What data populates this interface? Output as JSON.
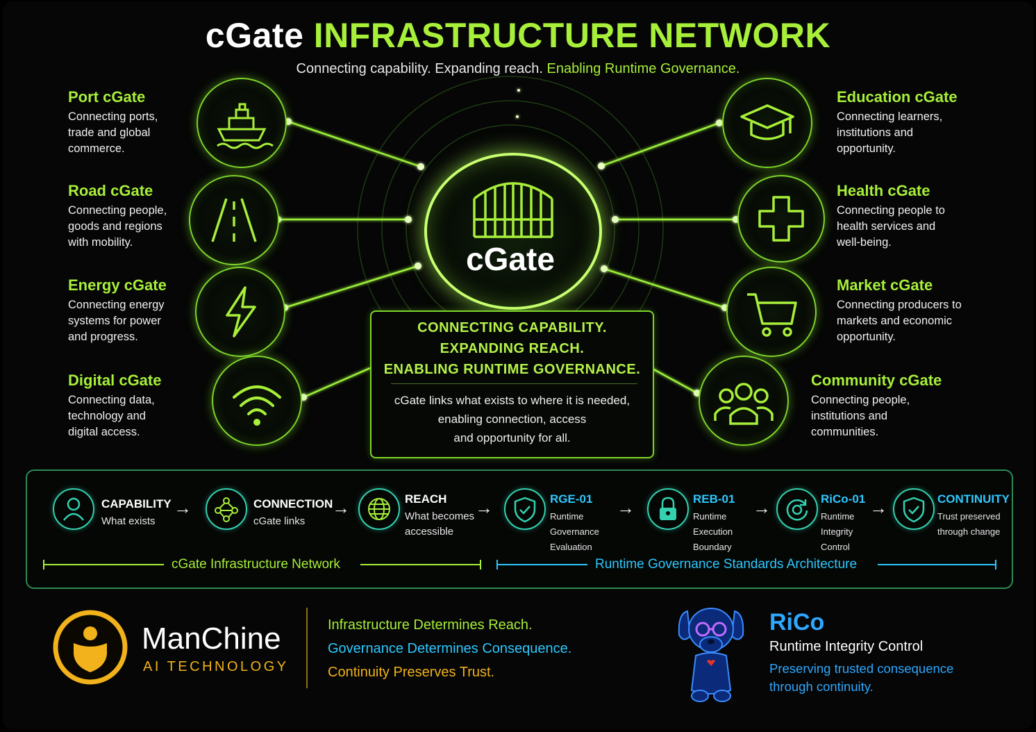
{
  "title": {
    "prefix": "cGate",
    "main": "INFRASTRUCTURE NETWORK"
  },
  "subtitle": {
    "plain": "Connecting capability. Expanding reach.",
    "highlight": "Enabling Runtime Governance."
  },
  "hub": {
    "label": "cGate",
    "icon": "gate-icon"
  },
  "left_sectors": [
    {
      "name": "Port cGate",
      "desc": "Connecting ports, trade and global commerce.",
      "icon": "ship-icon"
    },
    {
      "name": "Road cGate",
      "desc": "Connecting people, goods and regions with mobility.",
      "icon": "road-icon"
    },
    {
      "name": "Energy cGate",
      "desc": "Connecting energy systems for power and progress.",
      "icon": "lightning-icon"
    },
    {
      "name": "Digital cGate",
      "desc": "Connecting data, technology and digital access.",
      "icon": "wifi-icon"
    }
  ],
  "right_sectors": [
    {
      "name": "Education cGate",
      "desc": "Connecting learners, institutions and opportunity.",
      "icon": "graduation-cap-icon"
    },
    {
      "name": "Health cGate",
      "desc": "Connecting people to health services and well-being.",
      "icon": "health-cross-icon"
    },
    {
      "name": "Market cGate",
      "desc": "Connecting producers to markets and economic opportunity.",
      "icon": "shopping-cart-icon"
    },
    {
      "name": "Community cGate",
      "desc": "Connecting people, institutions and communities.",
      "icon": "people-group-icon"
    }
  ],
  "message": {
    "headlines": [
      "CONNECTING CAPABILITY.",
      "EXPANDING REACH.",
      "ENABLING RUNTIME GOVERNANCE."
    ],
    "body": [
      "cGate links what exists to where it is needed,",
      "enabling connection, access",
      "and opportunity for all."
    ]
  },
  "process_steps": [
    {
      "title": "CAPABILITY",
      "sub": "What exists",
      "icon": "person-icon"
    },
    {
      "title": "CONNECTION",
      "sub": "cGate links",
      "icon": "network-nodes-icon"
    },
    {
      "title": "REACH",
      "sub": "What becomes accessible",
      "icon": "globe-icon"
    },
    {
      "title": "RGE-01",
      "sub": "Runtime Governance Evaluation",
      "icon": "shield-check-icon"
    },
    {
      "title": "REB-01",
      "sub": "Runtime Execution Boundary",
      "icon": "lock-icon"
    },
    {
      "title": "RiCo-01",
      "sub": "Runtime Integrity Control",
      "icon": "refresh-icon"
    },
    {
      "title": "CONTINUITY",
      "sub": "Trust preserved through change",
      "icon": "shield-check-icon"
    }
  ],
  "process_labels": {
    "left": "cGate Infrastructure Network",
    "right": "Runtime Governance Standards Architecture"
  },
  "brand": {
    "name": "ManChine",
    "tagline": "AI TECHNOLOGY",
    "logo": "manchine-logo"
  },
  "mottos": [
    "Infrastructure Determines Reach.",
    "Governance Determines Consequence.",
    "Continuity Preserves Trust."
  ],
  "rico": {
    "name": "RiCo",
    "subtitle": "Runtime Integrity Control",
    "desc": "Preserving trusted consequence through continuity.",
    "mascot": "robot-dog-mascot"
  },
  "colors": {
    "accent_green": "#a8ef3a",
    "accent_cyan": "#2ec8ff",
    "accent_teal": "#34d1b0",
    "brand_gold": "#f2b21b",
    "background": "#050605"
  }
}
